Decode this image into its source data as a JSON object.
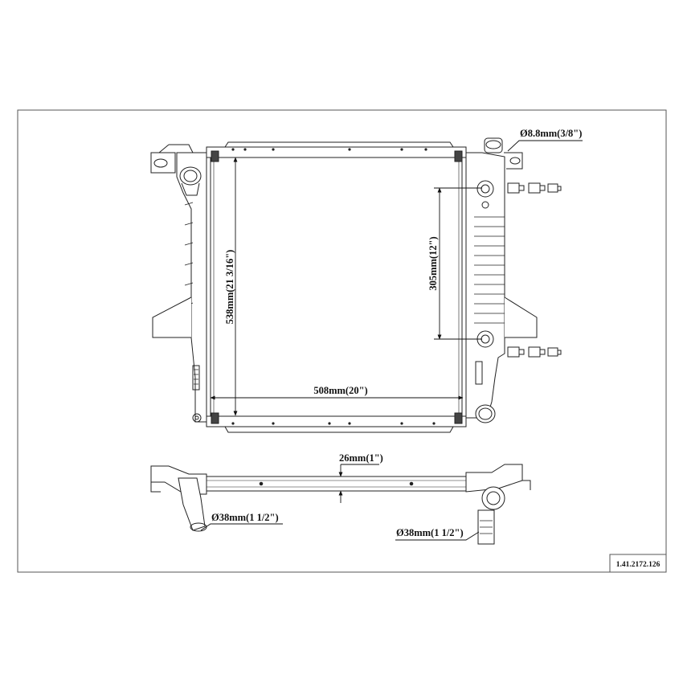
{
  "dimensions": {
    "height": "538mm(21 3/16\")",
    "width": "508mm(20\")",
    "mount_spacing": "305mm(12\")",
    "cap_neck": "Ø8.8mm(3/8\")",
    "core_thickness": "26mm(1\")",
    "inlet": "Ø38mm(1 1/2\")",
    "outlet": "Ø38mm(1 1/2\")"
  },
  "part_number": "1.41.2172.126",
  "colors": {
    "line": "#222222",
    "background": "#ffffff",
    "frame": "#555555"
  }
}
